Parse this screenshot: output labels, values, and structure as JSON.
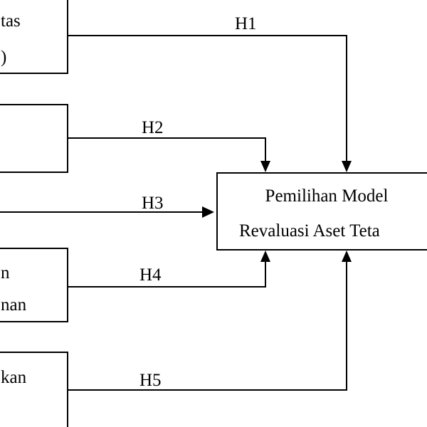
{
  "colors": {
    "line": "#000000",
    "text": "#000000",
    "background": "#ffffff"
  },
  "boxes": {
    "box1": {
      "line1": "tas",
      "line2": ")"
    },
    "box2": {
      "line1": ""
    },
    "box4": {
      "line1": "n",
      "line2": "nan"
    },
    "box5": {
      "line1": "kan"
    },
    "target": {
      "line1": "Pemilihan Model",
      "line2": "Revaluasi Aset Teta"
    }
  },
  "hypotheses": {
    "h1": "H1",
    "h2": "H2",
    "h3": "H3",
    "h4": "H4",
    "h5": "H5"
  }
}
